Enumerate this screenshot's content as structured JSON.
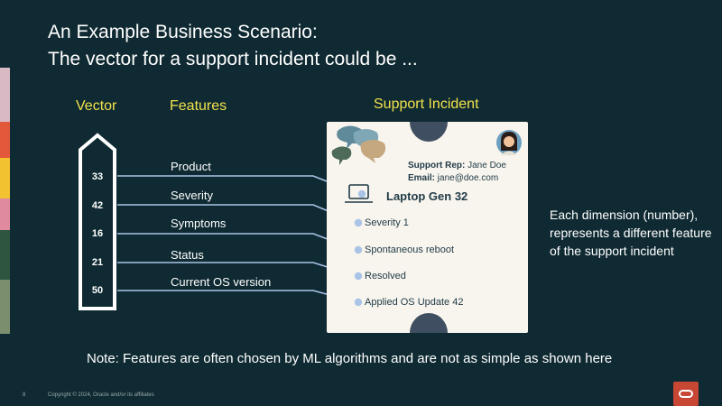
{
  "title": {
    "line1": "An Example Business Scenario:",
    "line2": "The vector for a support incident could be ..."
  },
  "headers": {
    "vector": "Vector",
    "features": "Features",
    "incident": "Support Incident"
  },
  "rows": [
    {
      "value": "33",
      "feature": "Product",
      "card_value": ""
    },
    {
      "value": "42",
      "feature": "Severity",
      "card_value": "Severity 1"
    },
    {
      "value": "16",
      "feature": "Symptoms",
      "card_value": "Spontaneous reboot"
    },
    {
      "value": "21",
      "feature": "Status",
      "card_value": "Resolved"
    },
    {
      "value": "50",
      "feature": "Current OS version",
      "card_value": "Applied OS Update 42"
    }
  ],
  "card": {
    "rep_label": "Support Rep:",
    "rep_name": "Jane Doe",
    "email_label": "Email:",
    "email": "jane@doe.com",
    "product": "Laptop Gen 32"
  },
  "side_note": "Each dimension (number), represents a different feature of the support incident",
  "note": "Note: Features are often chosen by ML algorithms and are not as simple as shown here",
  "footer": {
    "page": "8",
    "copyright": "Copyright © 2024, Oracle and/or its affiliates"
  },
  "colors": {
    "background": "#0f2a32",
    "heading": "#f2e24d",
    "connector": "#a9c4e6",
    "card": "#f8f5ee",
    "logo": "#c74634"
  },
  "icons": [
    "chat-bubbles-icon",
    "avatar-icon",
    "laptop-icon",
    "oracle-logo-icon"
  ]
}
